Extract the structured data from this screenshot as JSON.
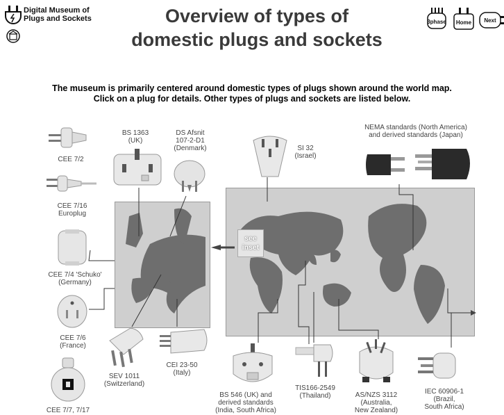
{
  "header": {
    "logo_line1": "Digital Museum of",
    "logo_line2": "Plugs and Sockets",
    "title_line1": "Overview of types of",
    "title_line2": "domestic plugs and sockets",
    "nav": {
      "three_phase": "3phase",
      "home": "Home",
      "next": "Next"
    }
  },
  "intro": {
    "line1": "The museum is primarily centered around domestic types of plugs shown around the world map.",
    "line2": "Click on a plug for details.  Other types of plugs and sockets are listed below."
  },
  "map": {
    "inset_label": "see\ninset"
  },
  "plugs": {
    "cee72": "CEE 7/2",
    "cee716": "CEE 7/16\nEuroplug",
    "cee74": "CEE 7/4 'Schuko'\n(Germany)",
    "cee76": "CEE 7/6\n(France)",
    "cee77": "CEE 7/7, 7/17",
    "bs1363": "BS 1363\n(UK)",
    "ds": "DS Afsnit\n107-2-D1\n(Denmark)",
    "si32": "SI 32\n(Israel)",
    "nema": "NEMA standards (North America)\nand derived standards (Japan)",
    "sev": "SEV 1011\n(Switzerland)",
    "cei": "CEI 23-50\n(Italy)",
    "bs546": "BS 546 (UK) and\nderived standards\n(India, South Africa)",
    "tis": "TIS166-2549\n(Thailand)",
    "asnzs": "AS/NZS 3112\n(Australia,\nNew Zealand)",
    "iec": "IEC 60906-1\n(Brazil,\nSouth Africa)"
  },
  "colors": {
    "map": "#cfcfcf",
    "plug_white": "#e8e8e8",
    "plug_dark": "#2a2a2a",
    "title": "#3a3a3a"
  }
}
